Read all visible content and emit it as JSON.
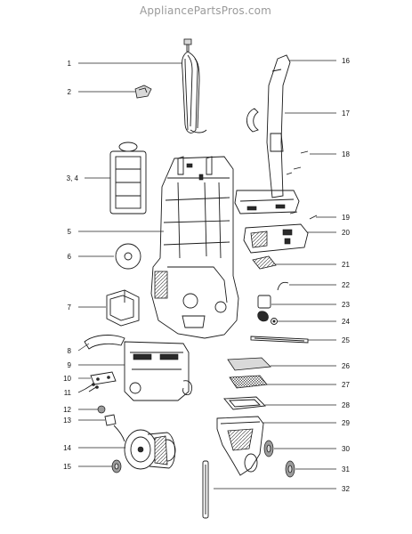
{
  "watermark": "AppliancePartsPros.com",
  "colors": {
    "ink": "#1a1a1a",
    "watermark": "#9a9a9a",
    "background": "#ffffff"
  },
  "callouts": [
    {
      "id": "c1",
      "label": "1"
    },
    {
      "id": "c2",
      "label": "2"
    },
    {
      "id": "c3",
      "label": "3, 4"
    },
    {
      "id": "c5",
      "label": "5"
    },
    {
      "id": "c6",
      "label": "6"
    },
    {
      "id": "c7",
      "label": "7"
    },
    {
      "id": "c8",
      "label": "8"
    },
    {
      "id": "c9",
      "label": "9"
    },
    {
      "id": "c10",
      "label": "10"
    },
    {
      "id": "c11",
      "label": "11"
    },
    {
      "id": "c12",
      "label": "12"
    },
    {
      "id": "c13",
      "label": "13"
    },
    {
      "id": "c14",
      "label": "14"
    },
    {
      "id": "c15",
      "label": "15"
    },
    {
      "id": "c16",
      "label": "16"
    },
    {
      "id": "c17",
      "label": "17"
    },
    {
      "id": "c18",
      "label": "18"
    },
    {
      "id": "c19",
      "label": "19"
    },
    {
      "id": "c20",
      "label": "20"
    },
    {
      "id": "c21",
      "label": "21"
    },
    {
      "id": "c22",
      "label": "22"
    },
    {
      "id": "c23",
      "label": "23"
    },
    {
      "id": "c24",
      "label": "24"
    },
    {
      "id": "c25",
      "label": "25"
    },
    {
      "id": "c26",
      "label": "26"
    },
    {
      "id": "c27",
      "label": "27"
    },
    {
      "id": "c28",
      "label": "28"
    },
    {
      "id": "c29",
      "label": "29"
    },
    {
      "id": "c30",
      "label": "30"
    },
    {
      "id": "c31",
      "label": "31"
    },
    {
      "id": "c32",
      "label": "32"
    }
  ]
}
